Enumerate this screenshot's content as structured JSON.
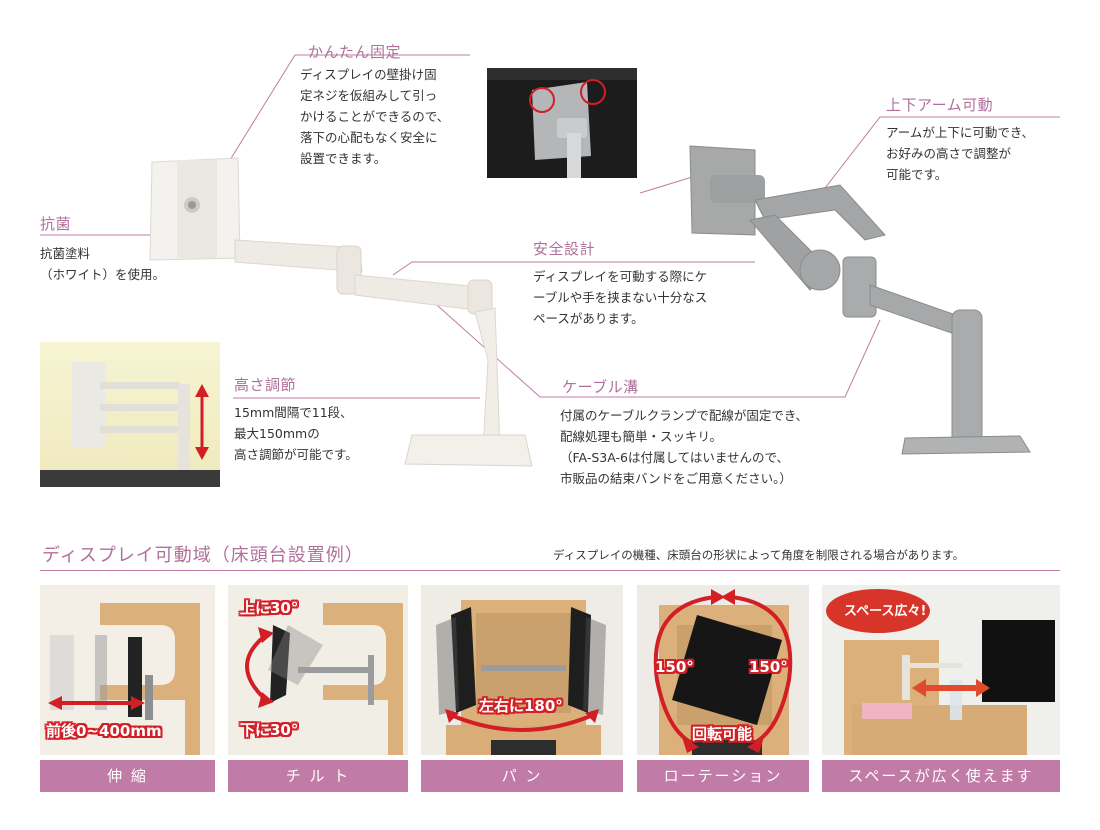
{
  "features": {
    "easy_fix": {
      "title": "かんたん固定",
      "body": "ディスプレイの壁掛け固\n定ネジを仮組みして引っ\nかけることができるので、\n落下の心配もなく安全に\n設置できます。"
    },
    "vertical_arm": {
      "title": "上下アーム可動",
      "body": "アームが上下に可動でき、\nお好みの高さで調整が\n可能です。"
    },
    "antibacterial": {
      "title": "抗菌",
      "body": "抗菌塗料\n（ホワイト）を使用。"
    },
    "safety": {
      "title": "安全設計",
      "body": "ディスプレイを可動する際にケ\nーブルや手を挟まない十分なス\nペースがあります。"
    },
    "height_adjust": {
      "title": "高さ調節",
      "body": "15mm間隔で11段、\n最大150mmの\n高さ調節が可能です。"
    },
    "cable_groove": {
      "title": "ケーブル溝",
      "body": "付属のケーブルクランプで配線が固定でき、\n配線処理も簡単・スッキリ。\n（FA-S3A-6は付属してはいませんので、\n市販品の結束バンドをご用意ください。）"
    }
  },
  "section": {
    "title": "ディスプレイ可動域（床頭台設置例）",
    "note": "ディスプレイの機種、床頭台の形状によって角度を制限される場合があります。"
  },
  "panels": [
    {
      "label": "伸 縮",
      "callouts": [
        "前後0~400mm"
      ]
    },
    {
      "label": "チ ル ト",
      "callouts": [
        "上に30°",
        "下に30°"
      ]
    },
    {
      "label": "パ ン",
      "callouts": [
        "左右に180°"
      ]
    },
    {
      "label": "ローテーション",
      "callouts": [
        "150°",
        "150°",
        "回転可能"
      ]
    },
    {
      "label": "スペースが広く使えます",
      "callouts": [
        "スペース広々!"
      ]
    }
  ],
  "colors": {
    "accent": "#c07ba6",
    "title_text": "#b0709b",
    "arrow_red": "#d21f26"
  }
}
